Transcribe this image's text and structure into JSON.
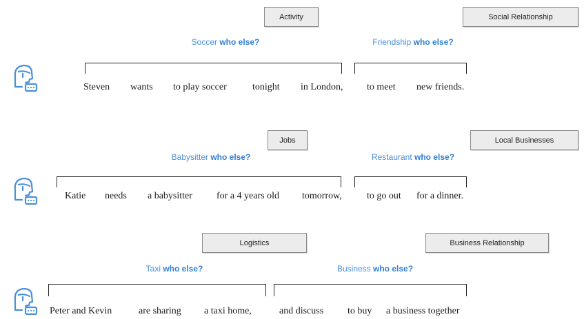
{
  "rows": [
    {
      "categories": [
        "Activity",
        "Social Relationship"
      ],
      "hints": [
        {
          "topic": "Soccer",
          "suffix": "who else?"
        },
        {
          "topic": "Friendship",
          "suffix": "who else?"
        }
      ],
      "words": [
        "Steven",
        "wants",
        "to play soccer",
        "tonight",
        "in London,",
        "to meet",
        "new friends."
      ]
    },
    {
      "categories": [
        "Jobs",
        "Local Businesses"
      ],
      "hints": [
        {
          "topic": "Babysitter",
          "suffix": "who else?"
        },
        {
          "topic": "Restaurant",
          "suffix": "who else?"
        }
      ],
      "words": [
        "Katie",
        "needs",
        "a babysitter",
        "for a 4 years old",
        "tomorrow,",
        "to go out",
        "for a dinner."
      ]
    },
    {
      "categories": [
        "Logistics",
        "Business Relationship"
      ],
      "hints": [
        {
          "topic": "Taxi",
          "suffix": "who else?"
        },
        {
          "topic": "Business",
          "suffix": "who else?"
        }
      ],
      "words": [
        "Peter and Kevin",
        "are sharing",
        "a taxi home,",
        "and discuss",
        "to buy",
        "a business together"
      ]
    }
  ],
  "colors": {
    "hint_topic": "#4a8fdc",
    "hint_who_else": "#2f7fd6",
    "avatar": "#4a90d9",
    "category_fill": "#ececec"
  },
  "icons": {
    "user": "user-chat-icon"
  }
}
